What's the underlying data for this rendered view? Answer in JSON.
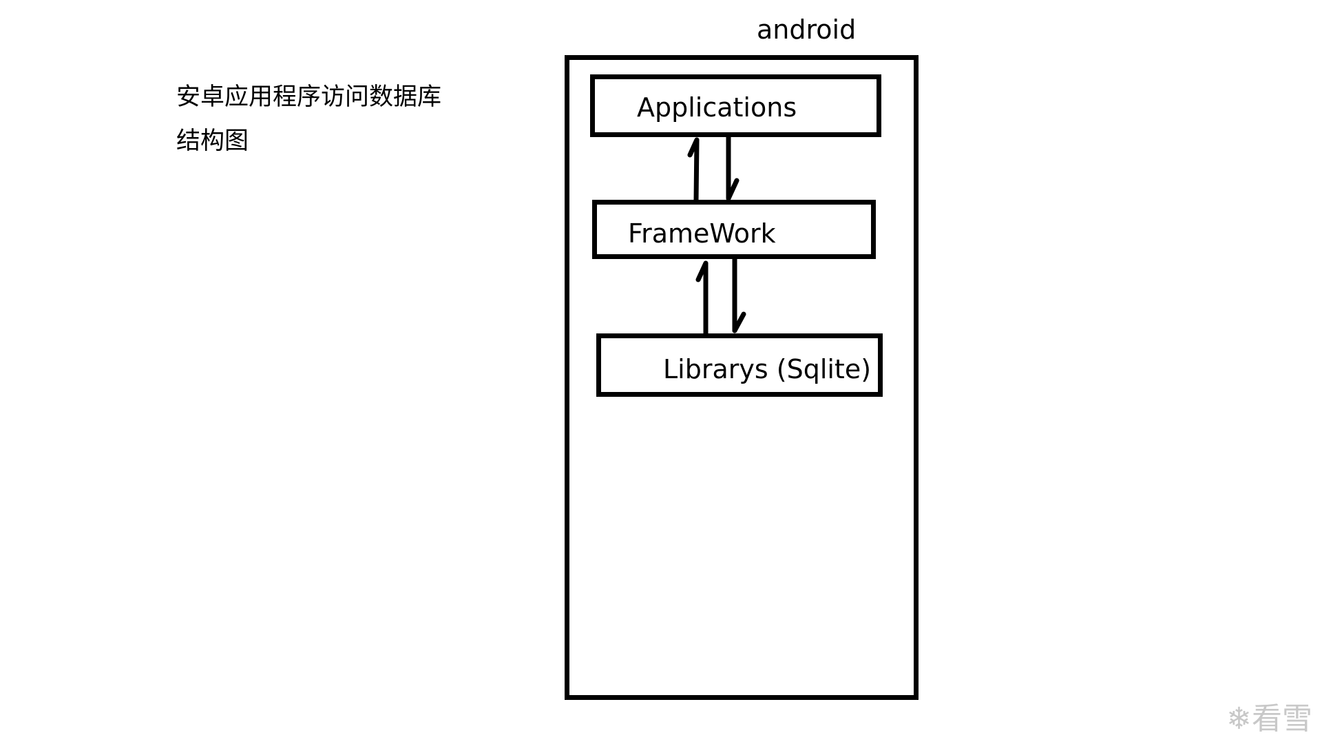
{
  "caption": {
    "line1": "安卓应用程序访问数据库",
    "line2": "结构图"
  },
  "diagram": {
    "container_label": "android",
    "layers": {
      "applications": "Applications",
      "framework": "FrameWork",
      "librarys": "Librarys (Sqlite)"
    }
  },
  "watermark": {
    "icon": "snowflake-icon",
    "text": "看雪"
  }
}
